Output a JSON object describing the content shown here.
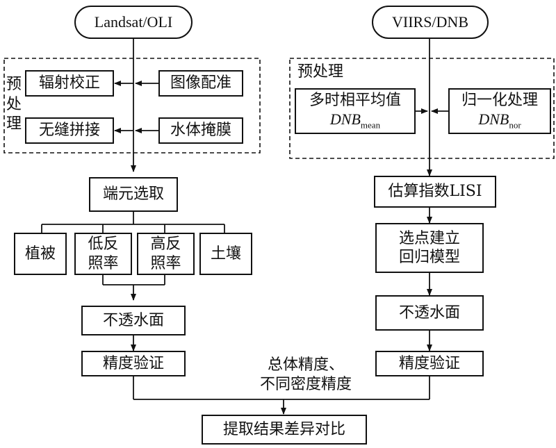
{
  "left": {
    "source": "Landsat/OLI",
    "preprocess_label": "预处理",
    "radiometric": "辐射校正",
    "registration": "图像配准",
    "mosaic": "无缝拼接",
    "water_mask": "水体掩膜",
    "endmember": "端元选取",
    "vegetation": "植被",
    "low_albedo_1": "低反",
    "low_albedo_2": "照率",
    "high_albedo_1": "高反",
    "high_albedo_2": "照率",
    "soil": "土壤",
    "impervious": "不透水面",
    "validation": "精度验证"
  },
  "right": {
    "source": "VIIRS/DNB",
    "preprocess_label": "预处理",
    "mean_label": "多时相平均值",
    "mean_var": "DNB",
    "mean_sub": "mean",
    "norm_label": "归一化处理",
    "norm_var": "DNB",
    "norm_sub": "nor",
    "lisi": "估算指数LISI",
    "regression_1": "选点建立",
    "regression_2": "回归模型",
    "impervious": "不透水面",
    "validation": "精度验证"
  },
  "bottom": {
    "accuracy_note_1": "总体精度、",
    "accuracy_note_2": "不同密度精度",
    "comparison": "提取结果差异对比"
  }
}
